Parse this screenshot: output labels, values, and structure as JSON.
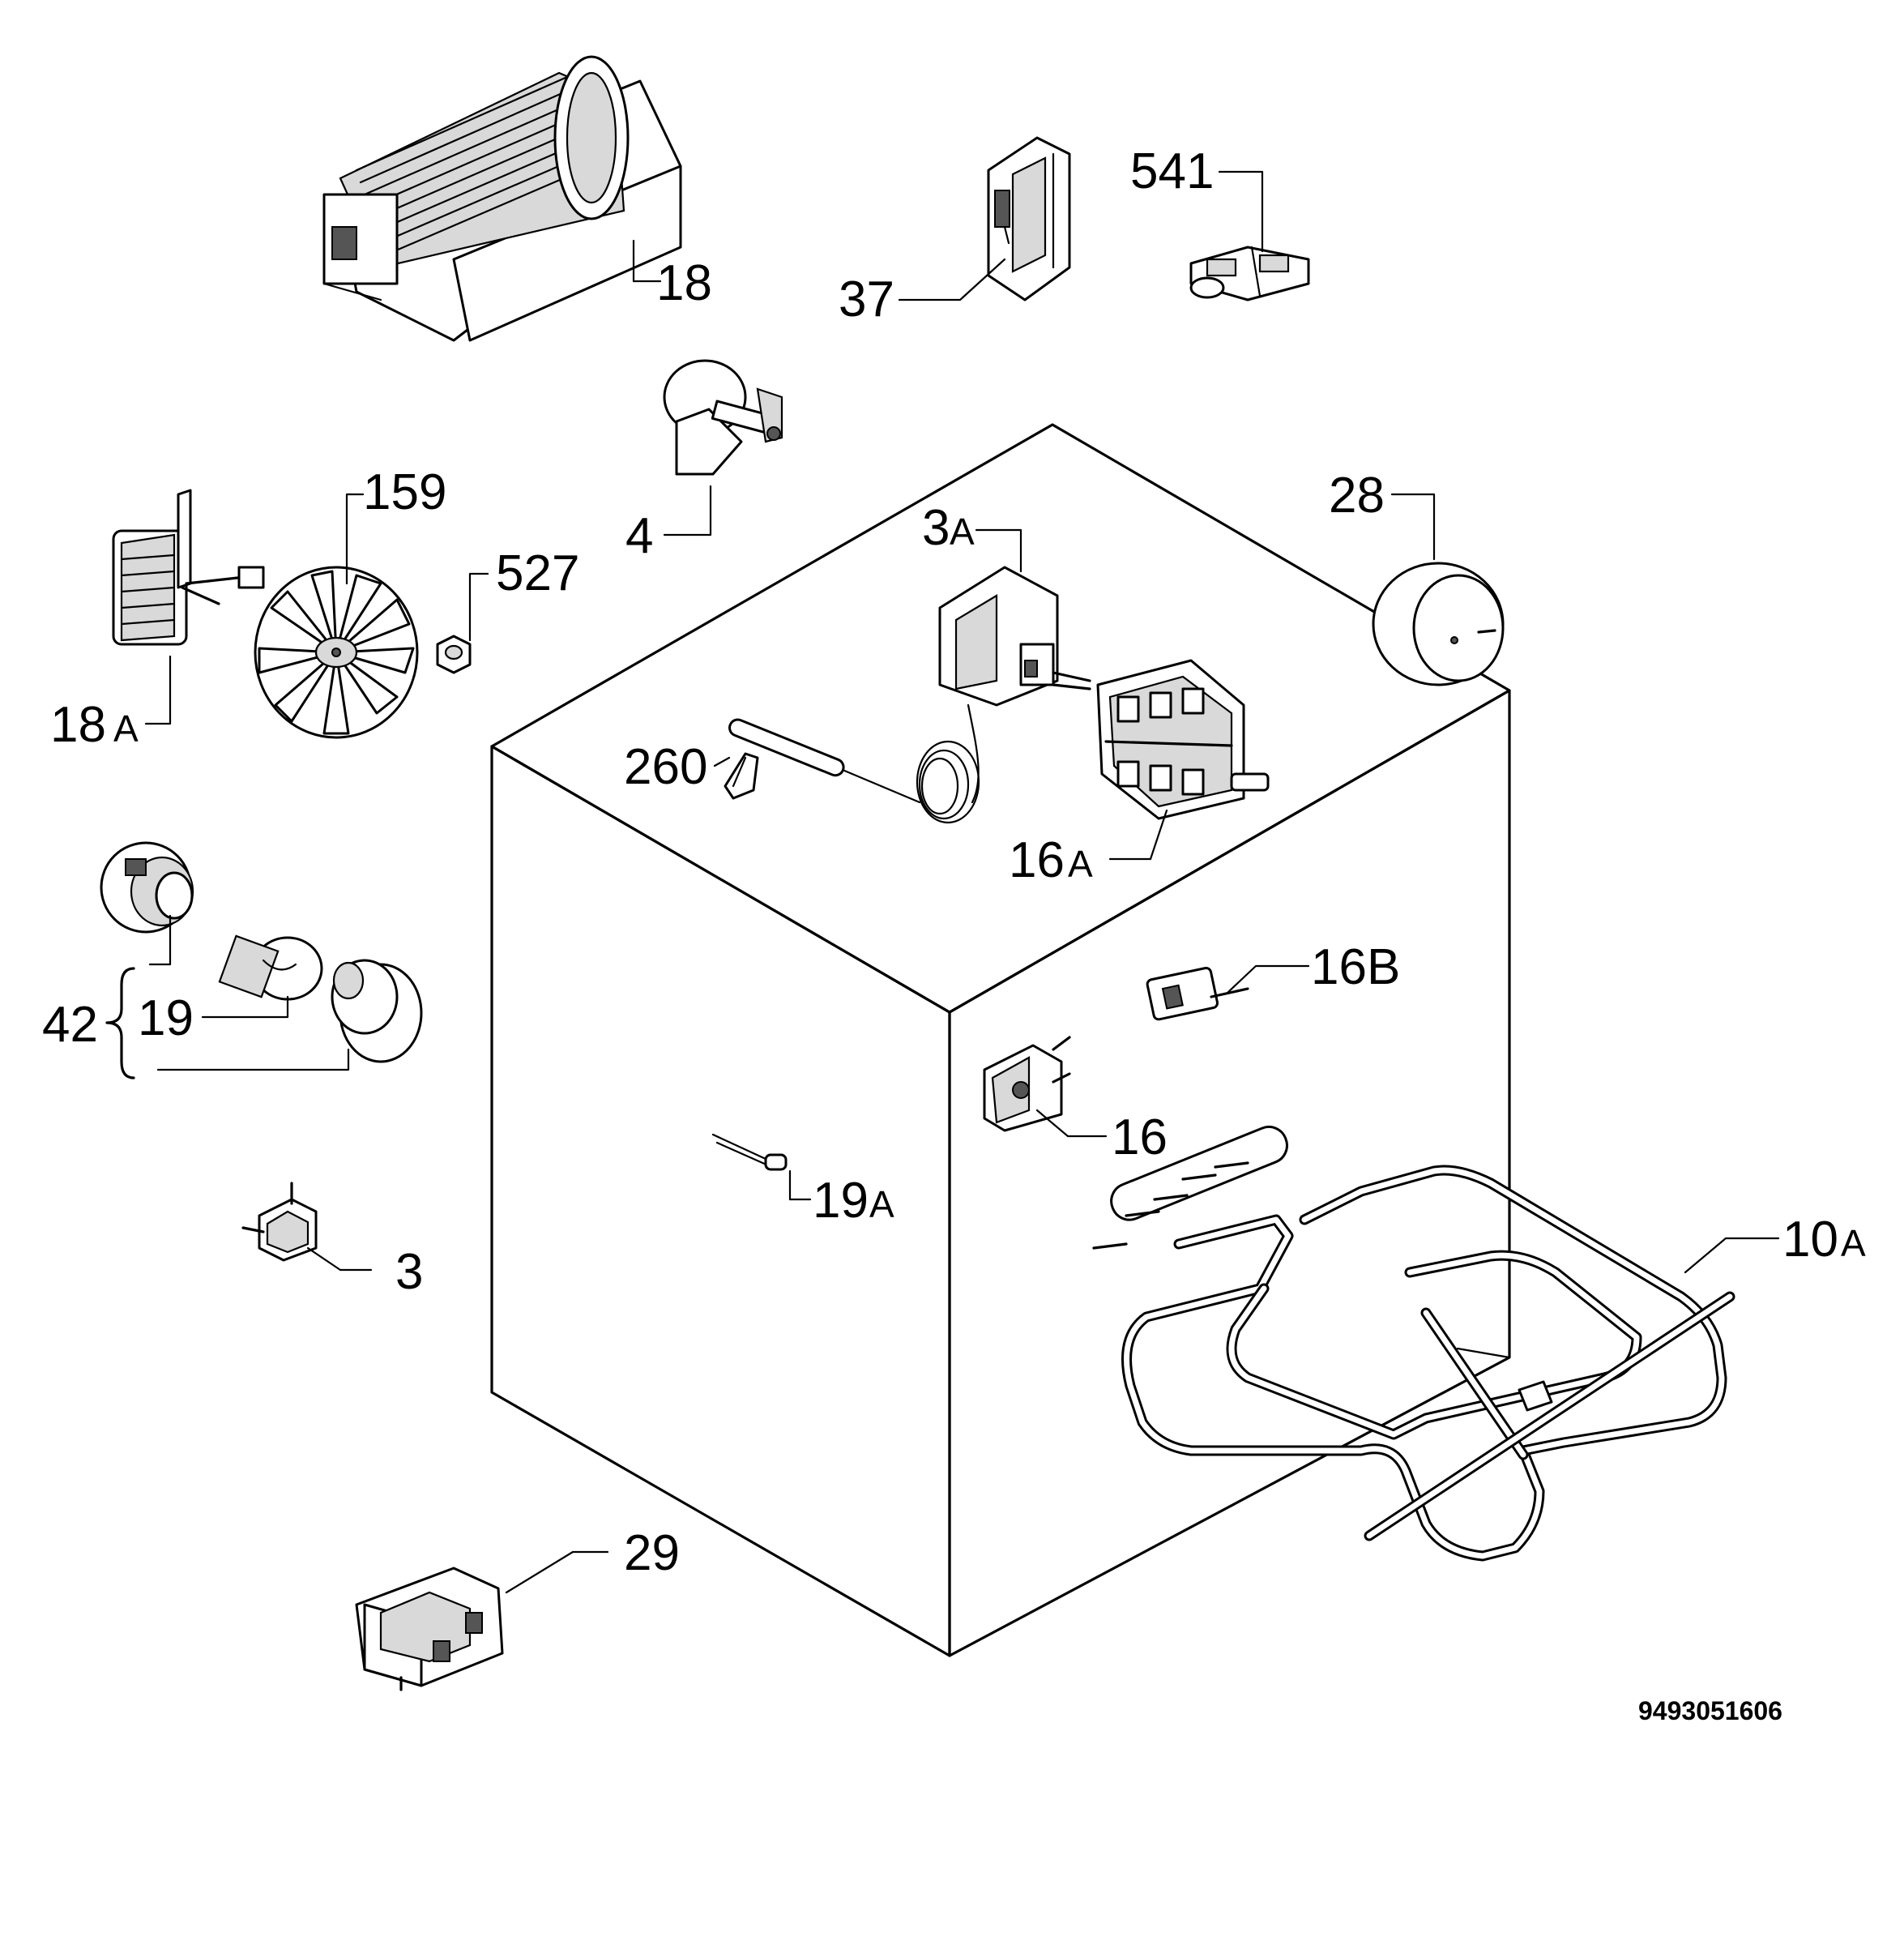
{
  "drawing_code": "9493051606",
  "labels": {
    "l18": "18",
    "l37": "37",
    "l541": "541",
    "l4": "4",
    "l159": "159",
    "l527": "527",
    "l18a_num": "18",
    "l18a_suf": "A",
    "l3a_num": "3",
    "l3a_suf": "A",
    "l28": "28",
    "l260": "260",
    "l16a_num": "16",
    "l16a_suf": "A",
    "l42": "42",
    "l19": "19",
    "l16b": "16B",
    "l16": "16",
    "l19a_num": "19",
    "l19a_suf": "A",
    "l3": "3",
    "l10a_num": "10",
    "l10a_suf": "A",
    "l29": "29"
  }
}
